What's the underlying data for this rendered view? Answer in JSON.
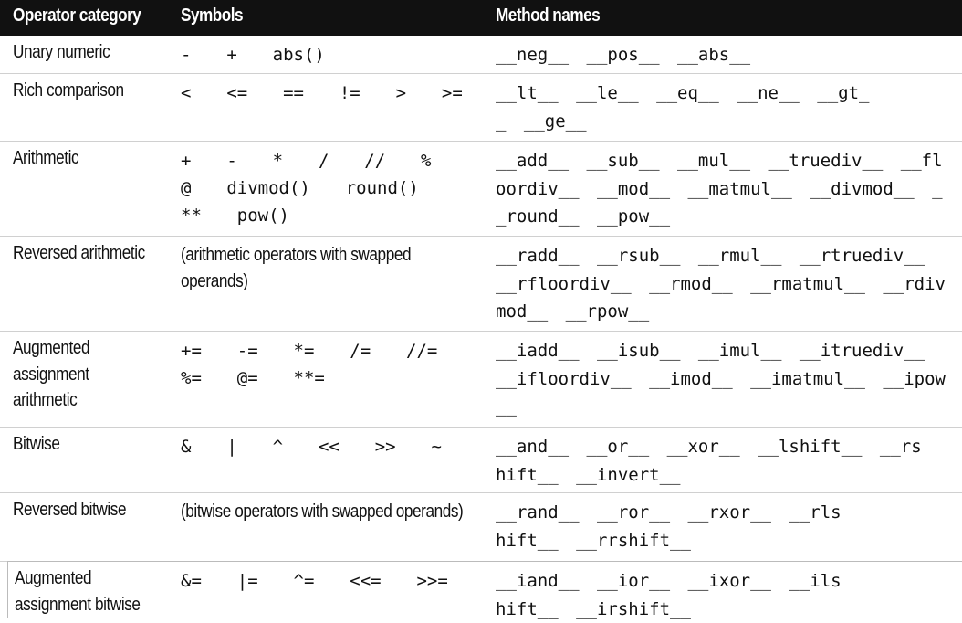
{
  "headers": {
    "category": "Operator category",
    "symbols": "Symbols",
    "methods": "Method names"
  },
  "rows": [
    {
      "category": "Unary numeric",
      "symbols": "-  +  abs()",
      "methods": "__neg__  __pos__  __abs__"
    },
    {
      "category": "Rich comparison",
      "symbols": "<  <=  ==  !=  >  >=",
      "methods": "__lt__  __le__  __eq__  __ne__  __gt__  __ge__"
    },
    {
      "category": "Arithmetic",
      "symbols": "+  -  *  /  //  %  @  divmod()  round()  **  pow()",
      "methods": "__add__  __sub__  __mul__  __truediv__  __floordiv__  __mod__  __matmul__  __divmod__  __round__  __pow__"
    },
    {
      "category": "Reversed arithmetic",
      "symbols": "(arithmetic operators with swapped operands)",
      "methods": "__radd__  __rsub__  __rmul__  __rtruediv__  __rfloordiv__  __rmod__  __rmatmul__  __rdivmod__  __rpow__"
    },
    {
      "category": "Augmented assignment arithmetic",
      "symbols": "+=  -=  *=  /=  //=  %=  @=  **=",
      "methods": "__iadd__  __isub__  __imul__  __itruediv__  __ifloordiv__  __imod__  __imatmul__  __ipow__"
    },
    {
      "category": "Bitwise",
      "symbols": "&  |  ^  <<  >>  ~",
      "methods": "__and__  __or__  __xor__  __lshift__  __rshift__  __invert__"
    },
    {
      "category": "Reversed bitwise",
      "symbols": "(bitwise operators with swapped operands)",
      "methods": "__rand__  __ror__  __rxor__  __rlshift__  __rrshift__"
    },
    {
      "category": "Augmented assignment bitwise",
      "symbols": "&=  |=  ^=  <<=  >>=",
      "methods": "__iand__  __ior__  __ixor__  __ilshift__  __irshift__"
    }
  ]
}
